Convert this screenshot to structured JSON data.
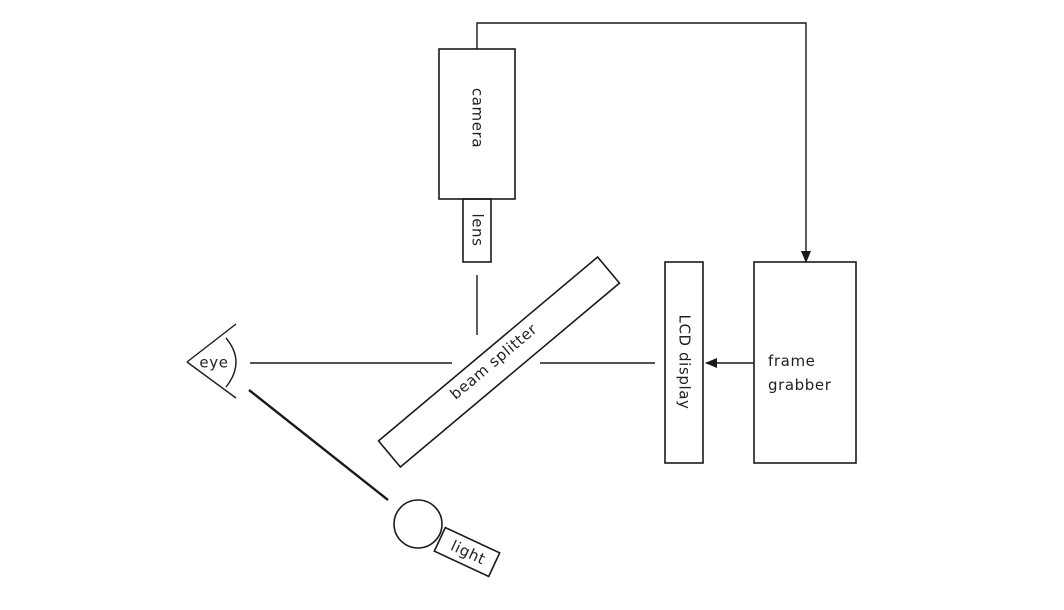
{
  "labels": {
    "camera": "camera",
    "lens": "lens",
    "beam_splitter": "beam splitter",
    "lcd_display": "LCD display",
    "frame_grabber_line1": "frame",
    "frame_grabber_line2": "grabber",
    "eye": "eye",
    "light": "light"
  }
}
